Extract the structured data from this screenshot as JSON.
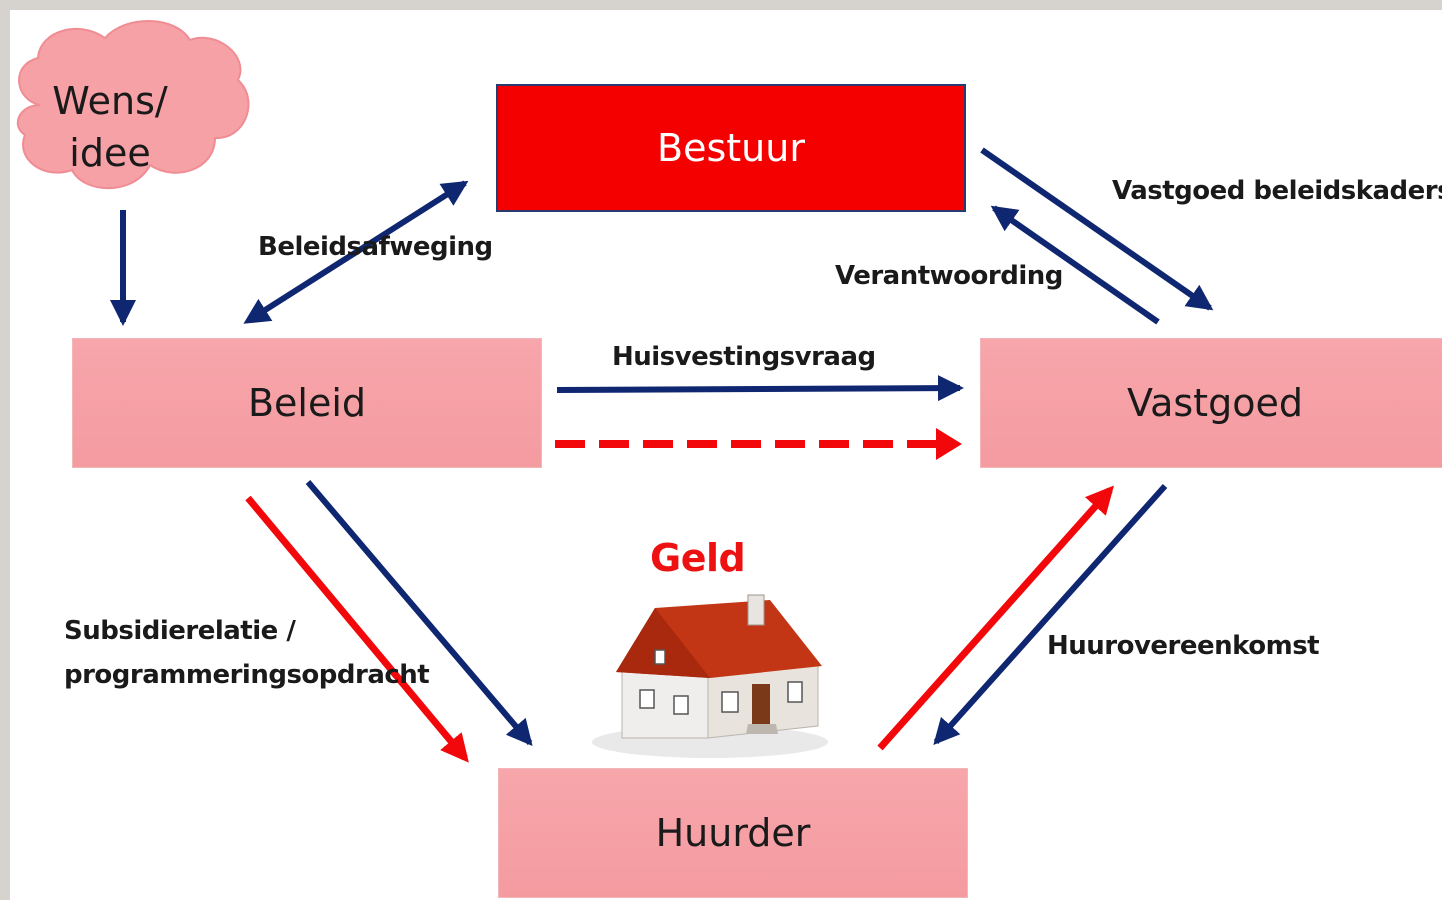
{
  "nodes": {
    "bestuur": "Bestuur",
    "beleid": "Beleid",
    "vastgoed": "Vastgoed",
    "huurder": "Huurder",
    "wens_line1": "Wens/",
    "wens_line2": "idee"
  },
  "labels": {
    "beleidsafweging": "Beleidsafweging",
    "vastgoed_beleidskaders": "Vastgoed beleidskaders",
    "verantwoording": "Verantwoording",
    "huisvestingsvraag": "Huisvestingsvraag",
    "geld": "Geld",
    "subsidierelatie_line1": "Subsidierelatie /",
    "subsidierelatie_line2": "programmeringsopdracht",
    "huurovereenkomst": "Huurovereenkomst"
  },
  "colors": {
    "navy": "#0f2670",
    "red": "#f2080b",
    "pink": "#f7a6ab",
    "bestuur_red": "#f40000",
    "cloud": "#f5a1a6"
  },
  "icons": {
    "house": "house-icon",
    "cloud": "cloud-shape"
  }
}
